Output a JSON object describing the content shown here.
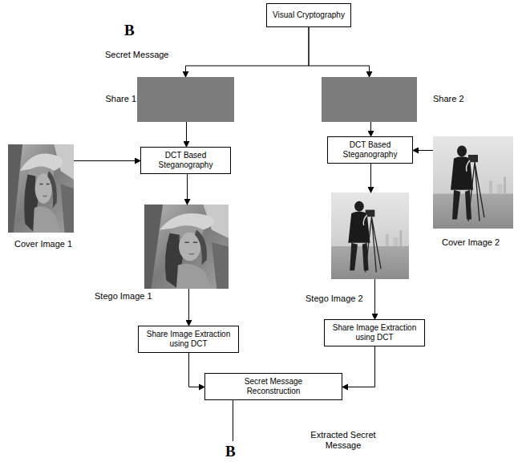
{
  "diagram": {
    "nodes": [
      {
        "text": [
          "Visual Cryptography"
        ]
      },
      {
        "text": [
          "Share 1"
        ]
      },
      {
        "text": [
          "Share 2"
        ]
      },
      {
        "text": [
          "Cover Image 1"
        ]
      },
      {
        "text": [
          "DCT Based Steganography"
        ]
      },
      {
        "text": [
          "DCT Based Steganography"
        ]
      },
      {
        "text": [
          "Cover Image 2"
        ]
      },
      {
        "text": [
          "Stego Image 1"
        ]
      },
      {
        "text": [
          "Stego Image 2"
        ]
      },
      {
        "text": [
          "Share Image Extraction using DCT"
        ]
      },
      {
        "text": [
          "Share Image Extraction using DCT"
        ]
      },
      {
        "text": [
          "Secret Message Reconstruction"
        ]
      }
    ],
    "edges": [
      {
        "from": 0,
        "to": 1,
        "arrow": "to"
      },
      {
        "from": 0,
        "to": 2,
        "arrow": "to"
      },
      {
        "from": 1,
        "to": 4,
        "arrow": "to"
      },
      {
        "from": 3,
        "to": 4,
        "arrow": "to"
      },
      {
        "from": 2,
        "to": 5,
        "arrow": "to"
      },
      {
        "from": 6,
        "to": 5,
        "arrow": "to"
      },
      {
        "from": 4,
        "to": 7,
        "arrow": "to"
      },
      {
        "from": 5,
        "to": 8,
        "arrow": "to"
      },
      {
        "from": 7,
        "to": 9,
        "arrow": "to"
      },
      {
        "from": 8,
        "to": 10,
        "arrow": "to"
      },
      {
        "from": 9,
        "to": 11,
        "arrow": "to"
      },
      {
        "from": 10,
        "to": 11,
        "arrow": "to"
      }
    ],
    "labels": [
      "B",
      "Secret Message",
      "B",
      "Extracted Secret Message"
    ]
  }
}
